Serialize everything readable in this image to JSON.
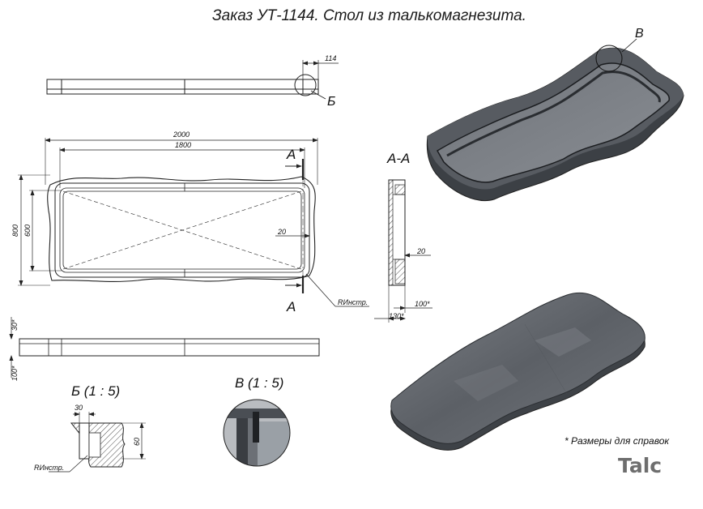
{
  "title": "Заказ УТ-1144. Стол из талькомагнезита.",
  "top_view": {
    "dim_114": "114",
    "callout_b": "Б"
  },
  "plan_view": {
    "dim_2000": "2000",
    "dim_1800": "1800",
    "dim_800": "800",
    "dim_600": "600",
    "dim_20": "20",
    "section_mark_top": "А",
    "section_mark_bottom": "А",
    "radius_label": "RИнстр."
  },
  "section_aa": {
    "title": "А-А",
    "dim_20": "20",
    "dim_100": "100*",
    "dim_130": "130*"
  },
  "side_view": {
    "dim_30": "30*",
    "dim_100": "100*"
  },
  "detail_b": {
    "title": "Б (1 : 5)",
    "dim_30": "30",
    "dim_60": "60",
    "radius_label": "RИнстр."
  },
  "detail_v": {
    "title": "В (1 : 5)"
  },
  "iso_top": {
    "callout_v": "В"
  },
  "footnote": "* Размеры для справок",
  "logo": "Talc",
  "colors": {
    "stone": "#5f6368",
    "stone_dark": "#2c2f33",
    "stone_light": "#8a8e93",
    "line": "#222222",
    "logo": "#6e6e6e"
  }
}
